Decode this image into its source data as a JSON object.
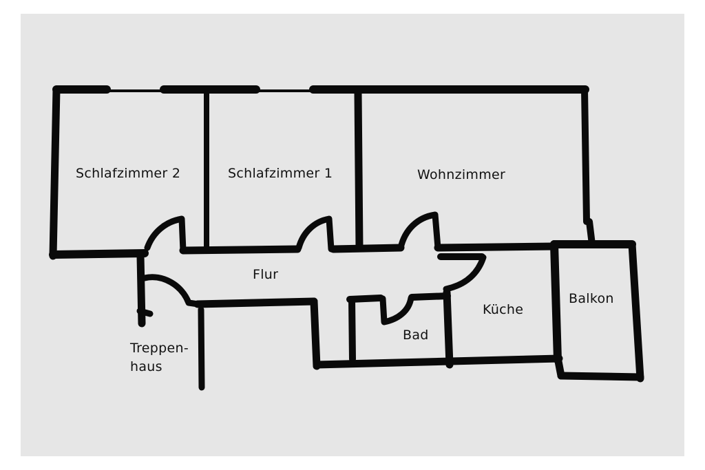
{
  "rooms": {
    "schlafzimmer2": "Schlafzimmer 2",
    "schlafzimmer1": "Schlafzimmer 1",
    "wohnzimmer": "Wohnzimmer",
    "flur": "Flur",
    "kueche": "Küche",
    "balkon": "Balkon",
    "bad": "Bad",
    "treppenhaus_line1": "Treppen-",
    "treppenhaus_line2": "haus"
  },
  "colors": {
    "paper": "#e6e6e6",
    "background": "#ffffff",
    "ink": "#0a0a0a"
  }
}
